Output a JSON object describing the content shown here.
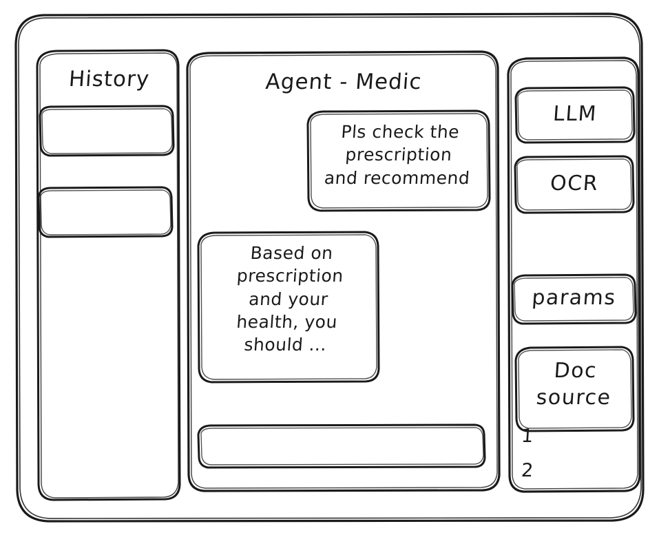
{
  "window": {
    "title": "Agent - Medic"
  },
  "sidebar": {
    "title": "History",
    "items": [
      {
        "label": "",
        "name": "history-item-1"
      },
      {
        "label": "",
        "name": "history-item-2"
      }
    ]
  },
  "main": {
    "header": "Agent - Medic",
    "messages": [
      {
        "role": "user",
        "text": "Pls check the\nprescription\nand recommend"
      },
      {
        "role": "assistant",
        "text": "Based on\nprescription\nand your\nhealth, you\nshould ..."
      }
    ],
    "composer": {
      "value": "",
      "placeholder": ""
    }
  },
  "right_panel": {
    "tools": [
      {
        "label": "LLM",
        "name": "llm-button"
      },
      {
        "label": "OCR",
        "name": "ocr-button"
      }
    ],
    "params": {
      "label": "params",
      "name": "params-button"
    },
    "doc_source": {
      "label": "Doc\nsource",
      "name": "doc-source-button"
    },
    "doc_list": [
      "1",
      "2"
    ]
  },
  "style": {
    "stroke": "#1a1a1a",
    "background": "#ffffff"
  }
}
